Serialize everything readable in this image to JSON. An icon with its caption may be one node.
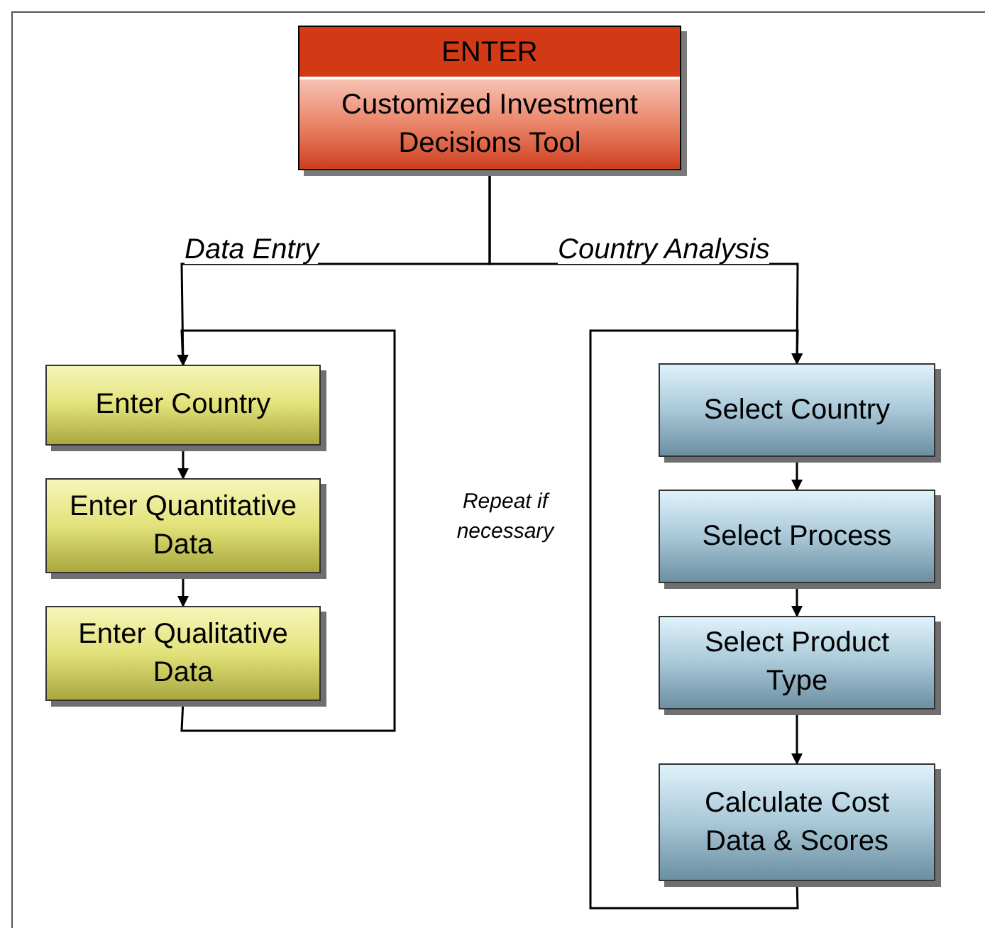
{
  "diagram": {
    "nodes": [
      {
        "text": [
          "ENTER",
          "Customized Investment Decisions Tool"
        ]
      },
      {
        "text": [
          "Enter Country"
        ]
      },
      {
        "text": [
          "Enter Quantitative Data"
        ]
      },
      {
        "text": [
          "Enter Qualitative Data"
        ]
      },
      {
        "text": [
          "Select Country"
        ]
      },
      {
        "text": [
          "Select Process"
        ]
      },
      {
        "text": [
          "Select Product Type"
        ]
      },
      {
        "text": [
          "Calculate Cost Data & Scores"
        ]
      }
    ],
    "edges": [
      {
        "from": 0,
        "to": 1,
        "arrow": "to",
        "label": "Data Entry"
      },
      {
        "from": 0,
        "to": 4,
        "arrow": "to",
        "label": "Country Analysis"
      },
      {
        "from": 1,
        "to": 2,
        "arrow": "to"
      },
      {
        "from": 2,
        "to": 3,
        "arrow": "to"
      },
      {
        "from": 3,
        "to": 1,
        "arrow": "to"
      },
      {
        "from": 4,
        "to": 5,
        "arrow": "to"
      },
      {
        "from": 5,
        "to": 6,
        "arrow": "to"
      },
      {
        "from": 6,
        "to": 7,
        "arrow": "to"
      },
      {
        "from": 7,
        "to": 4,
        "arrow": "to"
      }
    ],
    "labels": [
      "Repeat if necessary"
    ]
  }
}
